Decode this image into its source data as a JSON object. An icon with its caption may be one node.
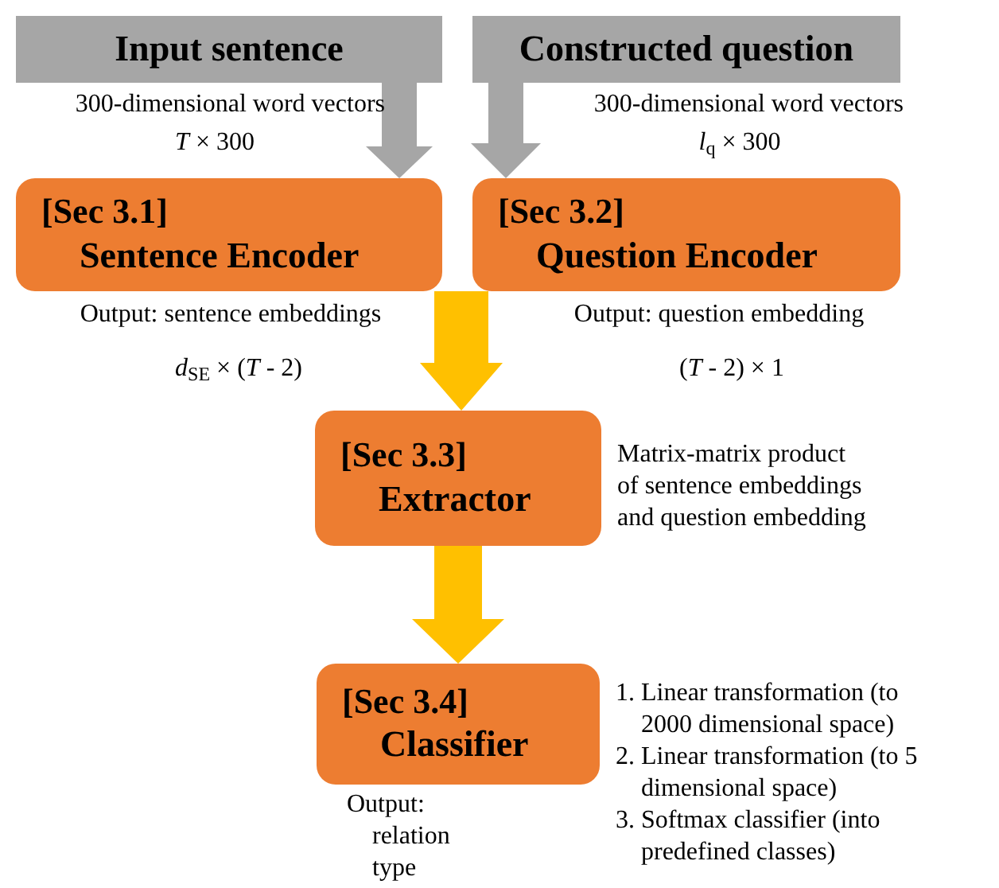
{
  "diagram": {
    "nodes": [
      {
        "text": [
          "Input sentence"
        ],
        "beside": [
          "300-dimensional word vectors",
          "*T* × 300"
        ]
      },
      {
        "text": [
          "Constructed question"
        ],
        "beside": [
          "300-dimensional word vectors",
          "*l*$_{q}$  × 300"
        ]
      },
      {
        "text": [
          "[Sec 3.1]",
          "Sentence Encoder"
        ],
        "beside": [
          "Output: sentence embeddings",
          "*d*$_{SE}$ × (*T* - 2)"
        ]
      },
      {
        "text": [
          "[Sec 3.2]",
          "Question Encoder"
        ],
        "beside": [
          "Output: question embedding",
          "(*T* - 2) × 1"
        ]
      },
      {
        "text": [
          "[Sec 3.3]",
          "Extractor"
        ],
        "beside": [
          "Matrix-matrix product of sentence embeddings and question embedding"
        ]
      },
      {
        "text": [
          "[Sec 3.4]",
          "Classifier"
        ],
        "beside": [
          "Output: relation type",
          "1. Linear transformation (to 2000 dimensional space)",
          "2. Linear transformation (to 5 dimensional space)",
          "3. Softmax classifier (into predefined classes)"
        ]
      }
    ],
    "edges": [
      {
        "from": 0,
        "to": 2,
        "arrow": "to",
        "style": "thick",
        "color": "#a6a6a6"
      },
      {
        "from": 1,
        "to": 3,
        "arrow": "to",
        "style": "thick",
        "color": "#a6a6a6"
      },
      {
        "from": 2,
        "to": 4,
        "arrow": "to",
        "style": "thick"
      },
      {
        "from": 3,
        "to": 4,
        "arrow": "to",
        "style": "thick"
      },
      {
        "from": 4,
        "to": 5,
        "arrow": "to",
        "style": "thick"
      }
    ]
  }
}
